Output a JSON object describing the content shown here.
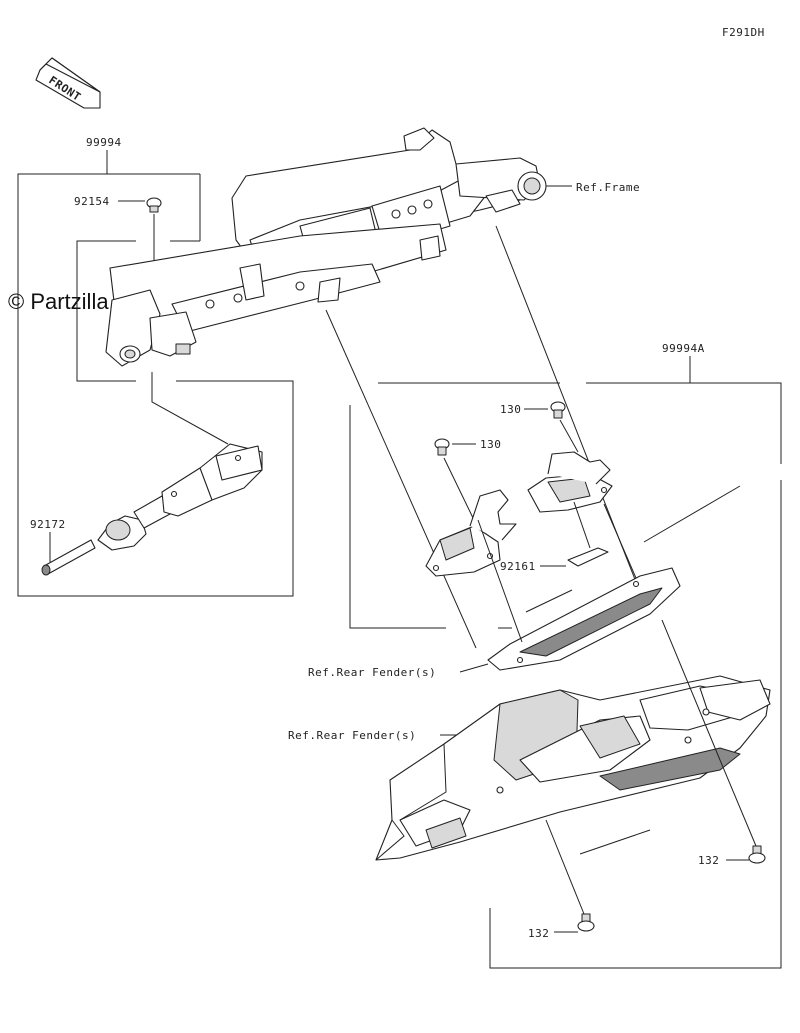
{
  "diagram_code": "F291DH",
  "front_label": "FRONT",
  "watermark": "© Partzilla.com",
  "labels": {
    "p99994": "99994",
    "p92154": "92154",
    "p92172": "92172",
    "ref_frame": "Ref.Frame",
    "p99994a": "99994A",
    "p130_top": "130",
    "p130_mid": "130",
    "p92161": "92161",
    "ref_rear_fender_1": "Ref.Rear Fender(s)",
    "ref_rear_fender_2": "Ref.Rear Fender(s)",
    "p132_right": "132",
    "p132_bottom": "132"
  },
  "colors": {
    "line": "#222222",
    "shade": "#d9d9d9",
    "dark": "#8a8a8a",
    "background": "#ffffff"
  }
}
